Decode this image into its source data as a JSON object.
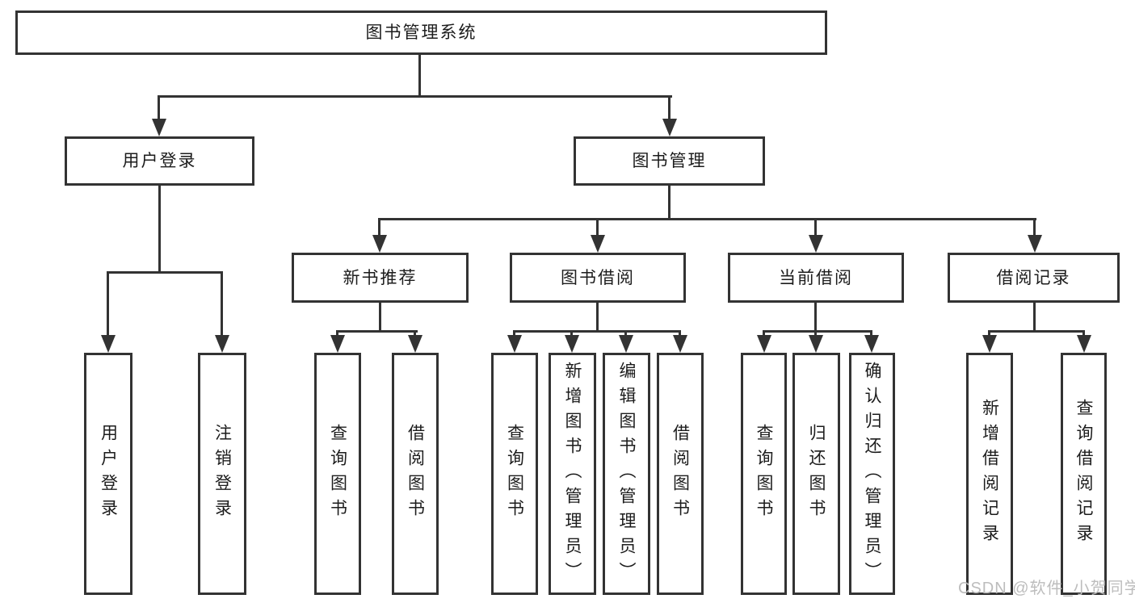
{
  "colors": {
    "line": "#333333",
    "text": "#1c1c1c",
    "box_background": "#ffffff",
    "page_background": "#ffffff",
    "watermark": "#bdbdbd"
  },
  "tree": {
    "root": "图书管理系统",
    "level2": [
      {
        "label": "用户登录",
        "children": [
          "用户登录",
          "注销登录"
        ]
      },
      {
        "label": "图书管理"
      }
    ],
    "sections": [
      {
        "label": "新书推荐",
        "children": [
          "查询图书",
          "借阅图书"
        ]
      },
      {
        "label": "图书借阅",
        "children": [
          "查询图书",
          "新增图书（管理员）",
          "编辑图书（管理员）",
          "借阅图书"
        ]
      },
      {
        "label": "当前借阅",
        "children": [
          "查询图书",
          "归还图书",
          "确认归还（管理员）"
        ]
      },
      {
        "label": "借阅记录",
        "children": [
          "新增借阅记录",
          "查询借阅记录"
        ]
      }
    ]
  },
  "watermark": {
    "text": "CSDN @软件_小贺同学"
  }
}
